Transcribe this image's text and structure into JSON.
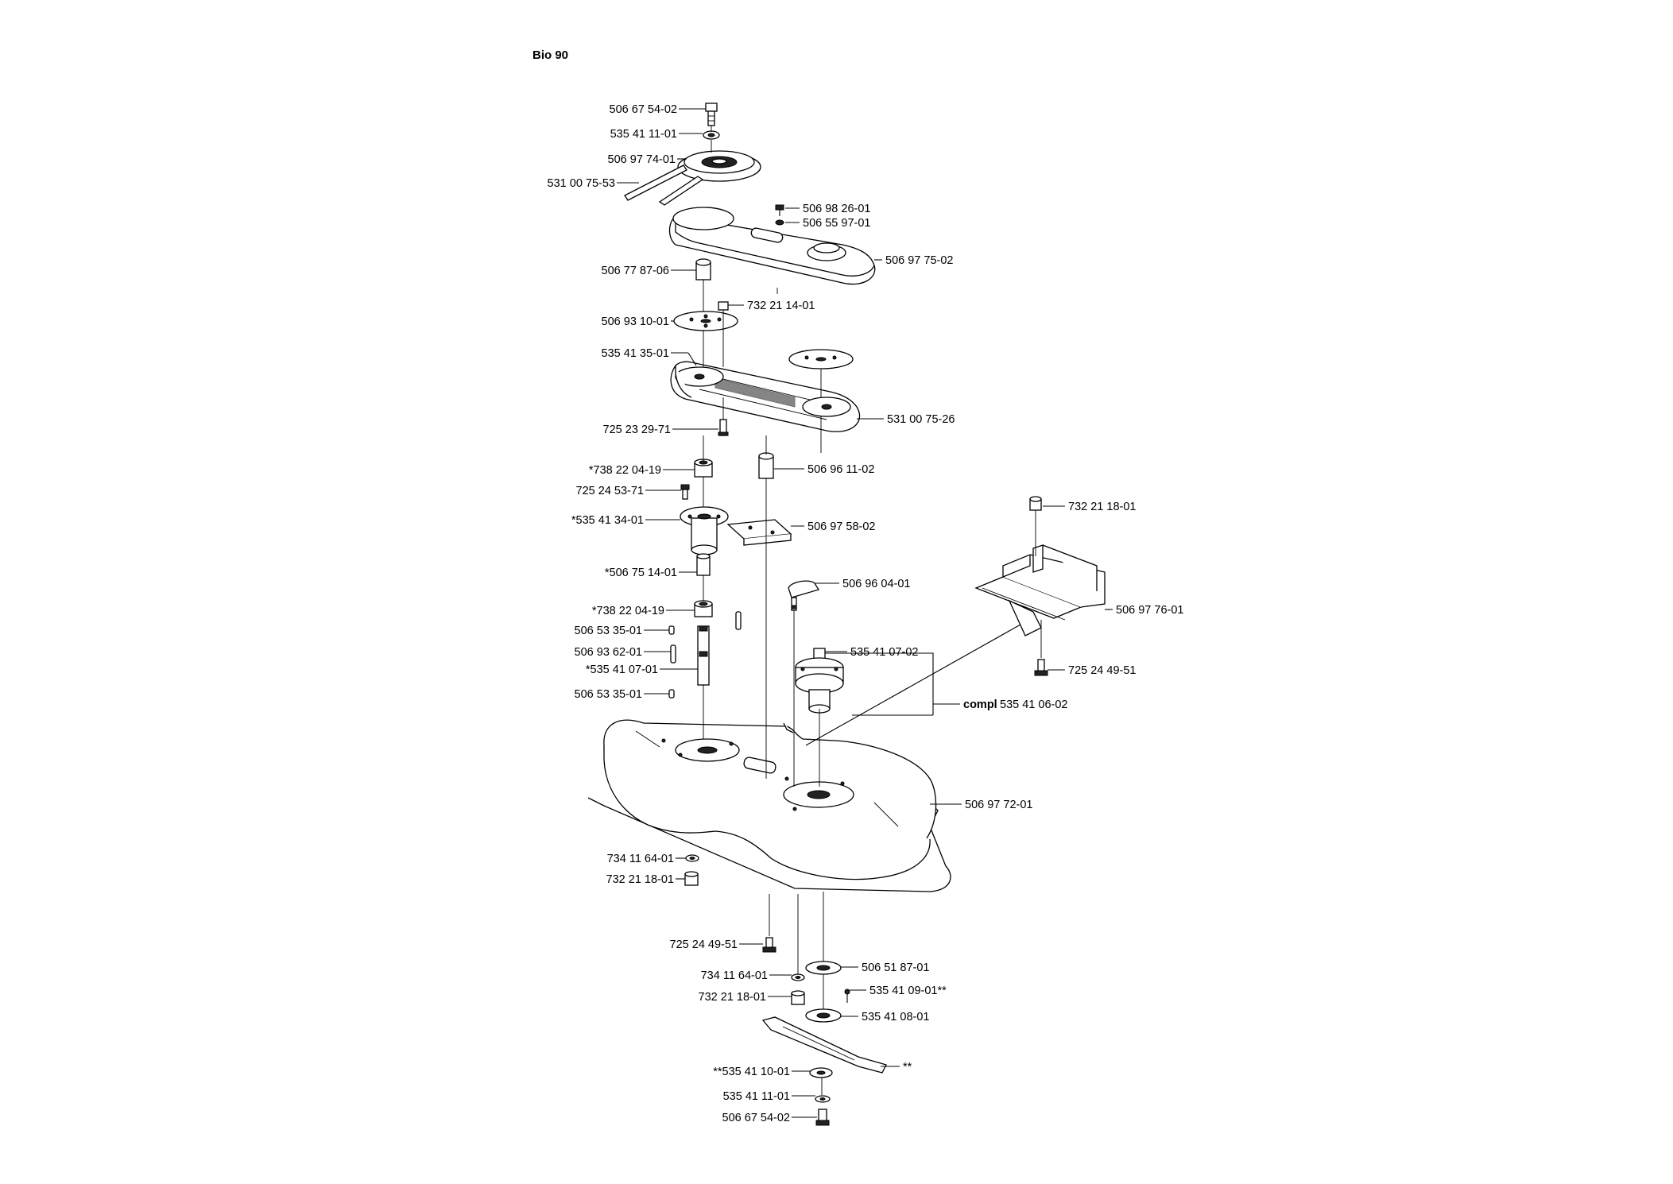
{
  "title": "Bio 90",
  "labels": {
    "bolt_top": "506 67 54-02",
    "washer_top": "535 41 11-01",
    "pulley": "506 97 74-01",
    "vbelt": "531 00 75-53",
    "screw_cover": "506 98 26-01",
    "washer_cover": "506 55 97-01",
    "cover": "506 97 75-02",
    "spacer": "506 77 87-06",
    "nut_small": "732 21 14-01",
    "disc": "506 93 10-01",
    "belt_housing": "535 41 35-01",
    "toothed_belt": "531 00 75-26",
    "screw_a": "725 23 29-71",
    "spacer_tube": "506 96 11-02",
    "bearing_top": "*738 22 04-19",
    "screw_b": "725 24 53-71",
    "housing_left": "*535 41 34-01",
    "bracket": "506 97 58-02",
    "sleeve": "*506 75 14-01",
    "plate": "506 96 04-01",
    "bearing_bottom": "*738 22 04-19",
    "key1": "506 53 35-01",
    "pin": "506 93 62-01",
    "shaft_left": "*535 41 07-01",
    "key2": "506 53 35-01",
    "spindle": "535 41 07-02",
    "nut_right": "732 21 18-01",
    "mount_bracket": "506 97 76-01",
    "bolt_right": "725 24 49-51",
    "compl_prefix": "compl",
    "compl_number": "535 41 06-02",
    "deck": "506 97 72-01",
    "washer_deck": "734 11 64-01",
    "nut_deck": "732 21 18-01",
    "bolt_bottom": "725 24 49-51",
    "washer_bottom": "734 11 64-01",
    "nut_bottom": "732 21 18-01",
    "guard": "506 51 87-01",
    "pin_blade": "535 41 09-01**",
    "hub": "535 41 08-01",
    "blade_marker": "**",
    "blade_washer": "**535 41 10-01",
    "washer_blade": "535 41 11-01",
    "bolt_blade": "506 67 54-02"
  }
}
